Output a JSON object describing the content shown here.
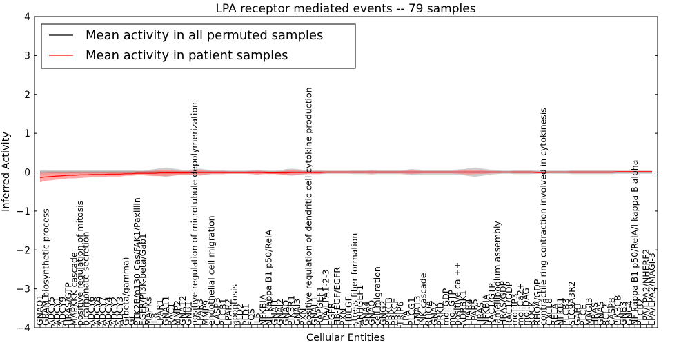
{
  "chart_data": {
    "type": "line",
    "title": "LPA receptor mediated events -- 79 samples",
    "xlabel": "Cellular Entities",
    "ylabel": "Inferred Activity",
    "ylim": [
      -4,
      4
    ],
    "yticks": [
      -4,
      -3,
      -2,
      -1,
      0,
      1,
      2,
      3,
      4
    ],
    "grid": false,
    "legend_position": "top-left",
    "colors": {
      "permuted": "#000000",
      "patient": "#ff0000",
      "patient_band": "#ff8080",
      "permuted_band": "#bfbfbf"
    },
    "categories": [
      "GNAO1",
      "GRAM biosynthetic process",
      "ADCY5",
      "ADCY1",
      "ADCY9",
      "HRAS/GTP",
      "MAPKKK cascade",
      "positive regulation of mitosis",
      "bicarbonate secretion",
      "ADCY6",
      "ADCY8",
      "ADCY7",
      "ADCY4",
      "ADCY2",
      "ADCY3",
      "G(beta/gamma)",
      "Gi",
      "PTK2B/p130 Cas/FAK1/Paxillin",
      "EGFR/PI3K-beta/Gab1",
      "MAPKs",
      "IL8",
      "LPAR1",
      "GNA11",
      "RAC1",
      "MMP2",
      "GNA12",
      "GNB1",
      "positive regulation of microtubule depolymerization",
      "LPAR3",
      "MMP9",
      "endothelial cell migration",
      "CASP3",
      "PLCB1",
      "LPAR2",
      "apoptosis",
      "PLD2",
      "PLD1",
      "FOS",
      "IL6",
      "NFKBIA",
      "NF kappa B1 p50/RelA",
      "GNAI1",
      "GNAI2",
      "GNAQ",
      "PIK3R1",
      "GNAI3",
      "PXN",
      "positive regulation of dendritic cell cytokine production",
      "GNAL1",
      "RAPGEF1",
      "LPA/LPA1-2-3",
      "EGFR",
      "HB-EGF/EGFR",
      "PXN",
      "HBEGF",
      "stress fiber formation",
      "ARHGEF1",
      "GNA4",
      "GNAO",
      "cell migration",
      "GNG2",
      "PRKCB",
      "PRKCE",
      "TRIP6",
      "LPA",
      "PLCG1",
      "GNA13",
      "JNK cascade",
      "RHOA",
      "GNAZ",
      "PRKD",
      "mol:GDP",
      "mol:GTP",
      "positive ca ++",
      "ADRBK1",
      "LPAR4",
      "LPAR5",
      "HRAS",
      "NFKBIA",
      "RAC1/GTP",
      "lamellipodium assembly",
      "HRAS/GDP",
      "RAC1/GDP",
      "mol:IP3",
      "mol:Ca2+",
      "mol:DAG",
      "ROCK",
      "RHOA/GDP",
      "contractile ring contraction involved in cytokinesis",
      "CXCL8",
      "RELA",
      "NFKB1",
      "PLCB3",
      "SLC9A3R2",
      "GAB1",
      "PLCE",
      "MAGI3",
      "HRAS",
      "GNAS",
      "BCL2",
      "CASP8",
      "PIK3CB",
      "GNB3",
      "GNG4",
      "NF kappa B1 p50/RelA/I kappa B alpha",
      "PLCB2",
      "LPA/LPA2/NHERF2",
      "LPA/LPA2/MAGI-3"
    ],
    "series": [
      {
        "name": "Mean activity in all permuted samples",
        "values": [
          0.0,
          0.0,
          0.0,
          0.0,
          0.0,
          0.0,
          0.0,
          0.0,
          0.0,
          0.0,
          0.0,
          0.0,
          0.0,
          0.0,
          0.0,
          0.0,
          0.0,
          0.0,
          0.0,
          0.0,
          0.0,
          0.0,
          0.0,
          0.0,
          0.0,
          0.0,
          0.0,
          0.0,
          0.0,
          0.0,
          0.0,
          0.0,
          0.0,
          0.0,
          0.0,
          0.0,
          0.0,
          0.0,
          0.0,
          0.0,
          0.0,
          0.0,
          0.0,
          0.0,
          0.0,
          0.0,
          0.0,
          0.0,
          0.0,
          0.0,
          0.0,
          0.0,
          0.0,
          0.0,
          0.0,
          0.0,
          0.0,
          0.0,
          0.0,
          0.0,
          0.0,
          0.0,
          0.0,
          0.0,
          0.0,
          0.0,
          0.0,
          0.0,
          0.0,
          0.0,
          0.0,
          0.0,
          0.0,
          0.0,
          0.0,
          0.0,
          0.0,
          0.0,
          0.0,
          0.0,
          0.0,
          0.0,
          0.0,
          0.0,
          0.0,
          0.0,
          0.0,
          0.0,
          0.0,
          0.0,
          0.0,
          0.0,
          0.0,
          0.0,
          0.0,
          0.0,
          0.0,
          0.0,
          0.0,
          0.0,
          0.0,
          0.0,
          0.0,
          0.0,
          0.0,
          0.0,
          0.0,
          0.0,
          0.0,
          0.0,
          0.0
        ]
      },
      {
        "name": "Mean activity in patient samples",
        "values": [
          -0.14,
          -0.12,
          -0.11,
          -0.1,
          -0.09,
          -0.08,
          -0.08,
          -0.07,
          -0.07,
          -0.06,
          -0.06,
          -0.06,
          -0.05,
          -0.05,
          -0.05,
          -0.04,
          -0.04,
          -0.03,
          -0.03,
          -0.03,
          -0.03,
          -0.02,
          -0.02,
          -0.02,
          -0.02,
          -0.02,
          -0.02,
          -0.01,
          -0.01,
          -0.01,
          -0.01,
          -0.01,
          -0.01,
          -0.01,
          -0.01,
          -0.01,
          -0.01,
          -0.01,
          -0.01,
          -0.01,
          -0.02,
          -0.02,
          -0.02,
          -0.02,
          -0.01,
          -0.01,
          -0.01,
          -0.01,
          -0.01,
          -0.01,
          0.0,
          0.0,
          0.0,
          0.0,
          0.0,
          0.0,
          0.0,
          0.0,
          0.0,
          0.0,
          0.0,
          0.0,
          0.0,
          0.0,
          0.0,
          0.0,
          0.0,
          0.0,
          0.0,
          0.0,
          0.0,
          0.0,
          0.0,
          0.0,
          0.0,
          0.0,
          0.0,
          0.0,
          0.0,
          0.0,
          0.0,
          0.0,
          0.0,
          0.0,
          0.0,
          0.0,
          0.0,
          -0.01,
          -0.01,
          0.0,
          0.0,
          0.0,
          0.0,
          0.0,
          0.0,
          0.0,
          0.0,
          0.0,
          0.0,
          0.0,
          0.0,
          0.01,
          0.01,
          0.01,
          0.01,
          0.01,
          0.01,
          0.01,
          0.01,
          0.01,
          0.01
        ]
      }
    ],
    "bands": {
      "permuted_spread": [
        0.06,
        0.06,
        0.05,
        0.05,
        0.05,
        0.05,
        0.05,
        0.05,
        0.05,
        0.05,
        0.05,
        0.05,
        0.05,
        0.05,
        0.05,
        0.05,
        0.05,
        0.04,
        0.04,
        0.06,
        0.08,
        0.1,
        0.12,
        0.1,
        0.08,
        0.06,
        0.06,
        0.08,
        0.09,
        0.07,
        0.05,
        0.05,
        0.05,
        0.04,
        0.04,
        0.04,
        0.04,
        0.05,
        0.06,
        0.05,
        0.04,
        0.04,
        0.05,
        0.08,
        0.09,
        0.08,
        0.06,
        0.05,
        0.05,
        0.05,
        0.04,
        0.04,
        0.04,
        0.04,
        0.04,
        0.05,
        0.05,
        0.05,
        0.06,
        0.05,
        0.05,
        0.05,
        0.05,
        0.05,
        0.06,
        0.08,
        0.07,
        0.06,
        0.06,
        0.06,
        0.06,
        0.06,
        0.06,
        0.07,
        0.08,
        0.1,
        0.12,
        0.1,
        0.08,
        0.06,
        0.05,
        0.04,
        0.04,
        0.05,
        0.05,
        0.05,
        0.05,
        0.04,
        0.04,
        0.04,
        0.04,
        0.04,
        0.04,
        0.05,
        0.05,
        0.05,
        0.05,
        0.05,
        0.05,
        0.05,
        0.05,
        0.04,
        0.04,
        0.04,
        0.04,
        0.04,
        0.04,
        0.04,
        0.04,
        0.04,
        0.04
      ],
      "patient_spread": [
        0.12,
        0.1,
        0.1,
        0.09,
        0.09,
        0.08,
        0.08,
        0.08,
        0.07,
        0.07,
        0.07,
        0.06,
        0.06,
        0.06,
        0.06,
        0.05,
        0.05,
        0.05,
        0.05,
        0.06,
        0.07,
        0.08,
        0.08,
        0.07,
        0.06,
        0.05,
        0.05,
        0.06,
        0.07,
        0.05,
        0.04,
        0.04,
        0.04,
        0.03,
        0.03,
        0.03,
        0.03,
        0.04,
        0.05,
        0.04,
        0.03,
        0.03,
        0.04,
        0.06,
        0.07,
        0.06,
        0.04,
        0.04,
        0.04,
        0.04,
        0.03,
        0.03,
        0.03,
        0.03,
        0.03,
        0.03,
        0.03,
        0.03,
        0.04,
        0.03,
        0.03,
        0.03,
        0.03,
        0.03,
        0.04,
        0.05,
        0.04,
        0.03,
        0.03,
        0.03,
        0.03,
        0.03,
        0.03,
        0.04,
        0.05,
        0.06,
        0.05,
        0.05,
        0.04,
        0.03,
        0.03,
        0.02,
        0.02,
        0.03,
        0.03,
        0.03,
        0.03,
        0.02,
        0.02,
        0.02,
        0.02,
        0.02,
        0.02,
        0.03,
        0.03,
        0.03,
        0.03,
        0.03,
        0.03,
        0.03,
        0.03,
        0.02,
        0.02,
        0.02,
        0.02,
        0.02,
        0.02,
        0.02,
        0.02,
        0.02,
        0.02
      ]
    }
  }
}
